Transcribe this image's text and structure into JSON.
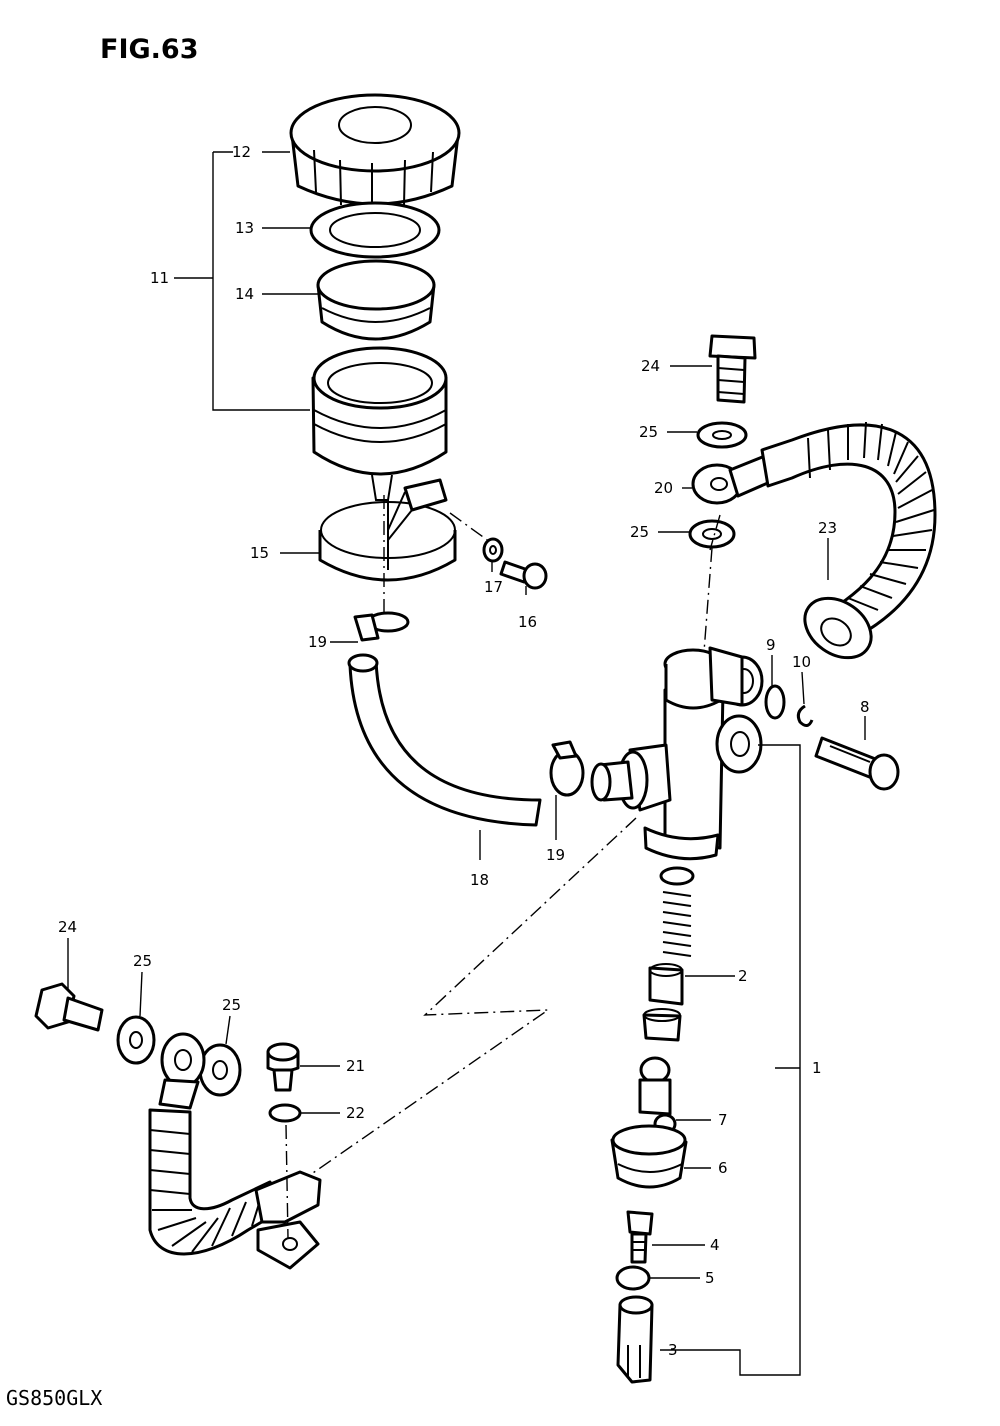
{
  "figure": {
    "title": "FIG.63",
    "model": "GS850GLX"
  },
  "callouts": [
    {
      "id": "c12",
      "text": "12"
    },
    {
      "id": "c13",
      "text": "13"
    },
    {
      "id": "c11",
      "text": "11"
    },
    {
      "id": "c14",
      "text": "14"
    },
    {
      "id": "c15",
      "text": "15"
    },
    {
      "id": "c17",
      "text": "17"
    },
    {
      "id": "c16",
      "text": "16"
    },
    {
      "id": "c19a",
      "text": "19"
    },
    {
      "id": "c18",
      "text": "18"
    },
    {
      "id": "c19b",
      "text": "19"
    },
    {
      "id": "c24a",
      "text": "24"
    },
    {
      "id": "c25a",
      "text": "25"
    },
    {
      "id": "c20",
      "text": "20"
    },
    {
      "id": "c25b",
      "text": "25"
    },
    {
      "id": "c23",
      "text": "23"
    },
    {
      "id": "c9",
      "text": "9"
    },
    {
      "id": "c10",
      "text": "10"
    },
    {
      "id": "c8",
      "text": "8"
    },
    {
      "id": "c2",
      "text": "2"
    },
    {
      "id": "c1",
      "text": "1"
    },
    {
      "id": "c7",
      "text": "7"
    },
    {
      "id": "c6",
      "text": "6"
    },
    {
      "id": "c4",
      "text": "4"
    },
    {
      "id": "c5",
      "text": "5"
    },
    {
      "id": "c3",
      "text": "3"
    },
    {
      "id": "c24b",
      "text": "24"
    },
    {
      "id": "c25c",
      "text": "25"
    },
    {
      "id": "c25d",
      "text": "25"
    },
    {
      "id": "c21",
      "text": "21"
    },
    {
      "id": "c22",
      "text": "22"
    }
  ]
}
